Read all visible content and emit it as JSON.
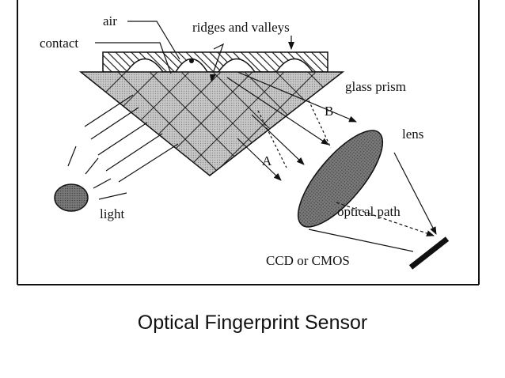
{
  "diagram": {
    "labels": {
      "air": "air",
      "ridges_valleys": "ridges and valleys",
      "contact": "contact",
      "glass_prism": "glass prism",
      "ray_b": "B",
      "ray_a": "A",
      "lens": "lens",
      "light": "light",
      "optical_path": "optical path",
      "sensor": "CCD or CMOS"
    }
  },
  "caption": "Optical Fingerprint Sensor",
  "colors": {
    "ink": "#111111",
    "prism_fill": "#c8c8c8",
    "lens_fill": "#7a7a7a",
    "source_fill": "#5a5a5a",
    "background": "#ffffff"
  }
}
